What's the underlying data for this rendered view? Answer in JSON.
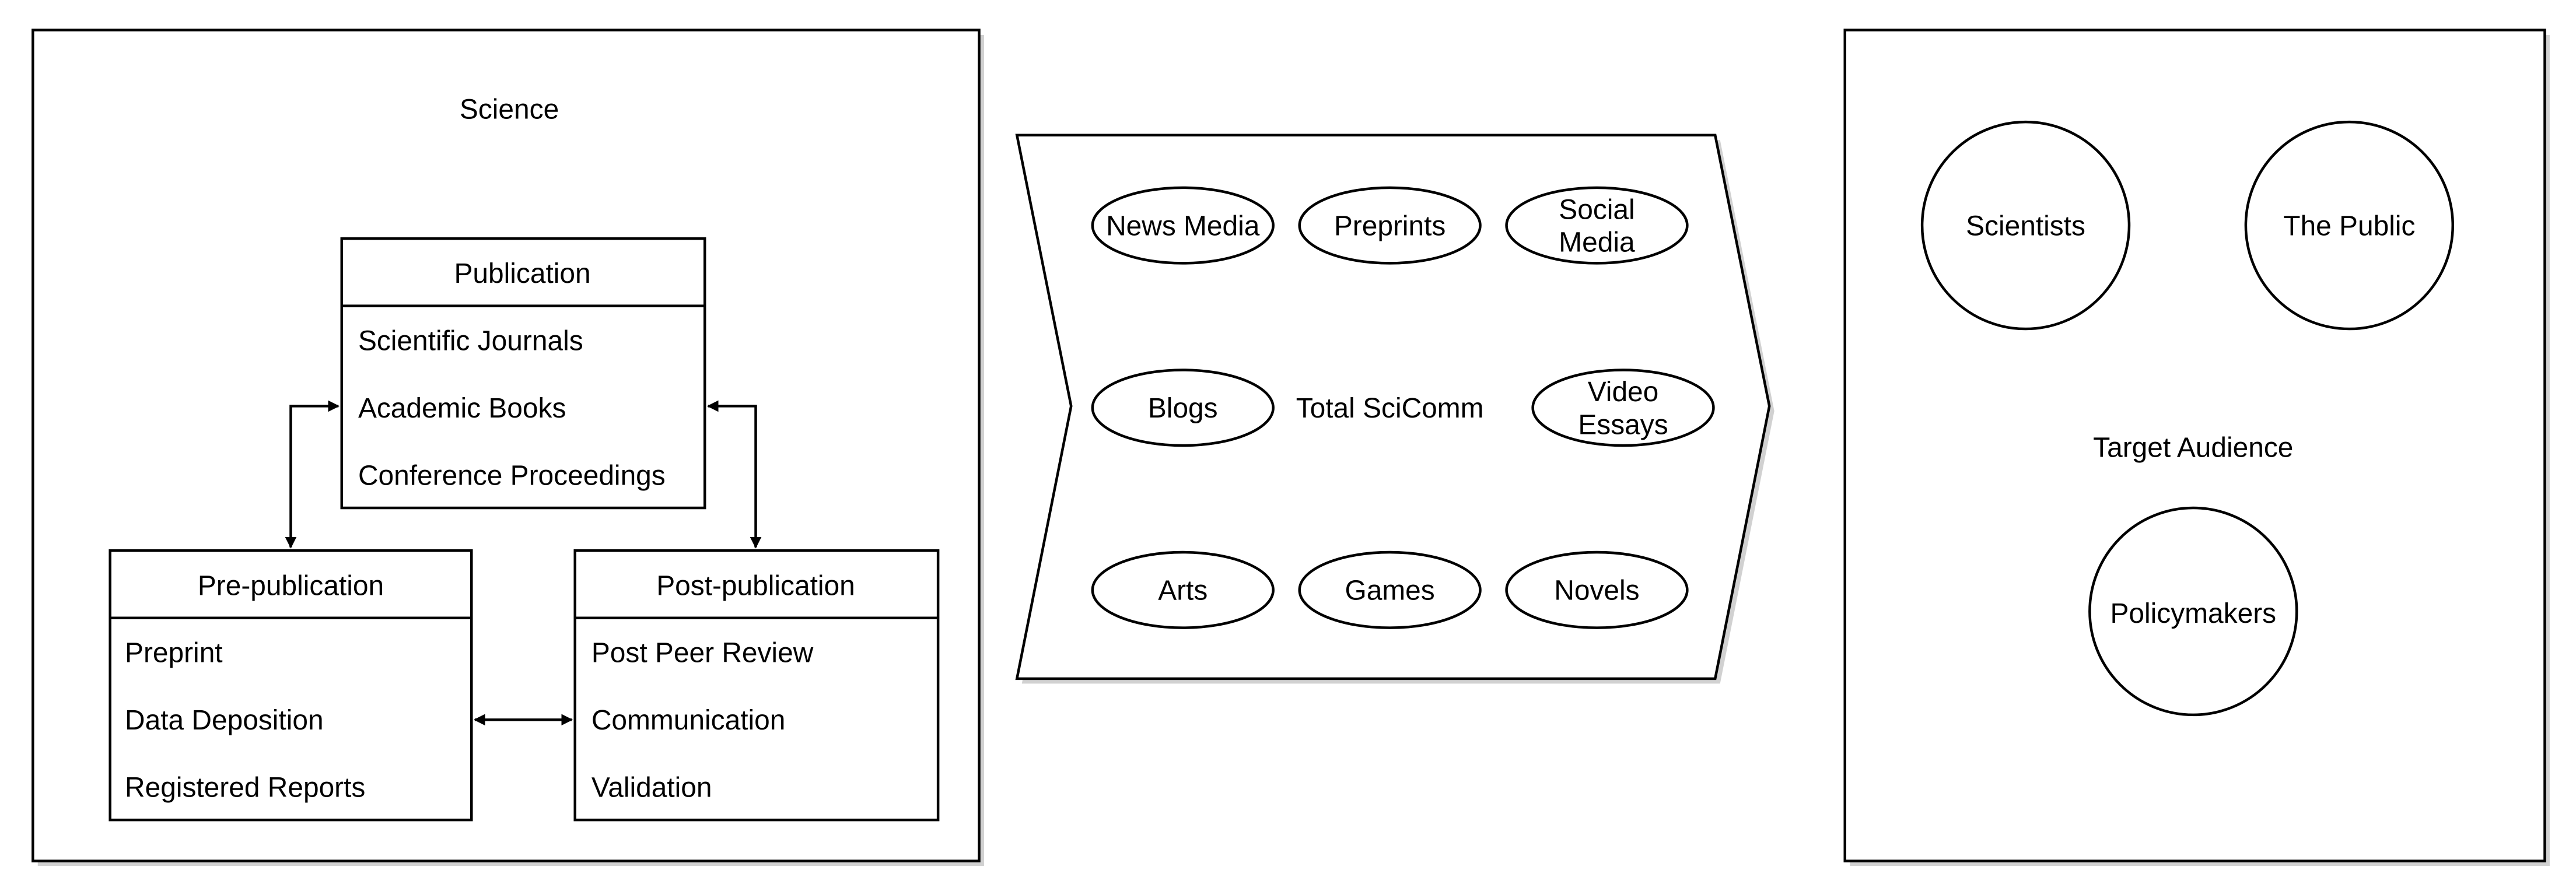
{
  "science": {
    "title": "Science",
    "publication": {
      "header": "Publication",
      "items": [
        "Scientific Journals",
        "Academic Books",
        "Conference Proceedings"
      ]
    },
    "pre_publication": {
      "header": "Pre-publication",
      "items": [
        "Preprint",
        "Data Deposition",
        "Registered Reports"
      ]
    },
    "post_publication": {
      "header": "Post-publication",
      "items": [
        "Post Peer Review",
        "Communication",
        "Validation"
      ]
    }
  },
  "scicomm": {
    "title": "Total SciComm",
    "channels": [
      {
        "lines": [
          "News Media"
        ]
      },
      {
        "lines": [
          "Preprints"
        ]
      },
      {
        "lines": [
          "Social",
          "Media"
        ]
      },
      {
        "lines": [
          "Blogs"
        ]
      },
      {
        "lines": [
          "Video",
          "Essays"
        ]
      },
      {
        "lines": [
          "Arts"
        ]
      },
      {
        "lines": [
          "Games"
        ]
      },
      {
        "lines": [
          "Novels"
        ]
      }
    ]
  },
  "audience": {
    "title": "Target Audience",
    "groups": [
      "Scientists",
      "The Public",
      "Policymakers"
    ]
  }
}
